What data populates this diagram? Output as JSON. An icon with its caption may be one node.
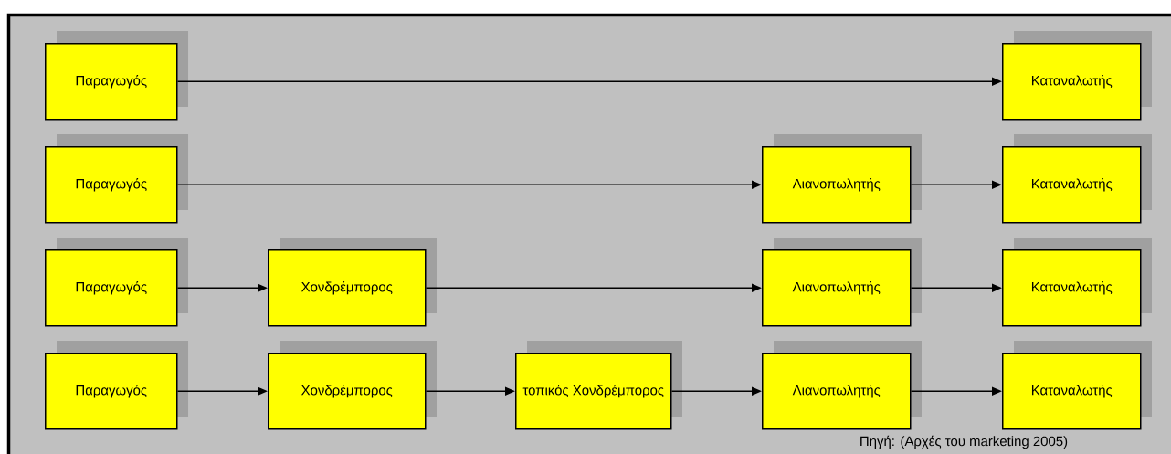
{
  "diagram": {
    "nodes": [
      {
        "text": [
          "Παραγωγός"
        ]
      },
      {
        "text": [
          "Καταναλωτής"
        ]
      },
      {
        "text": [
          "Παραγωγός"
        ]
      },
      {
        "text": [
          "Λιανοπωλητής"
        ]
      },
      {
        "text": [
          "Καταναλωτής"
        ]
      },
      {
        "text": [
          "Παραγωγός"
        ]
      },
      {
        "text": [
          "Χονδρέμπορος"
        ]
      },
      {
        "text": [
          "Λιανοπωλητής"
        ]
      },
      {
        "text": [
          "Καταναλωτής"
        ]
      },
      {
        "text": [
          "Παραγωγός"
        ]
      },
      {
        "text": [
          "Χονδρέμπορος"
        ]
      },
      {
        "text": [
          "τοπικός Χονδρέμπορος"
        ]
      },
      {
        "text": [
          "Λιανοπωλητής"
        ]
      },
      {
        "text": [
          "Καταναλωτής"
        ]
      }
    ],
    "edges": [
      {
        "from": 0,
        "to": 1,
        "arrow": "to"
      },
      {
        "from": 2,
        "to": 3,
        "arrow": "to"
      },
      {
        "from": 3,
        "to": 4,
        "arrow": "to"
      },
      {
        "from": 5,
        "to": 6,
        "arrow": "to"
      },
      {
        "from": 6,
        "to": 7,
        "arrow": "to"
      },
      {
        "from": 7,
        "to": 8,
        "arrow": "to"
      },
      {
        "from": 9,
        "to": 10,
        "arrow": "to"
      },
      {
        "from": 10,
        "to": 11,
        "arrow": "to"
      },
      {
        "from": 11,
        "to": 12,
        "arrow": "to"
      },
      {
        "from": 12,
        "to": 13,
        "arrow": "to"
      }
    ],
    "labels": [
      "Πηγή: (Αρχές του marketing 2005)"
    ]
  }
}
